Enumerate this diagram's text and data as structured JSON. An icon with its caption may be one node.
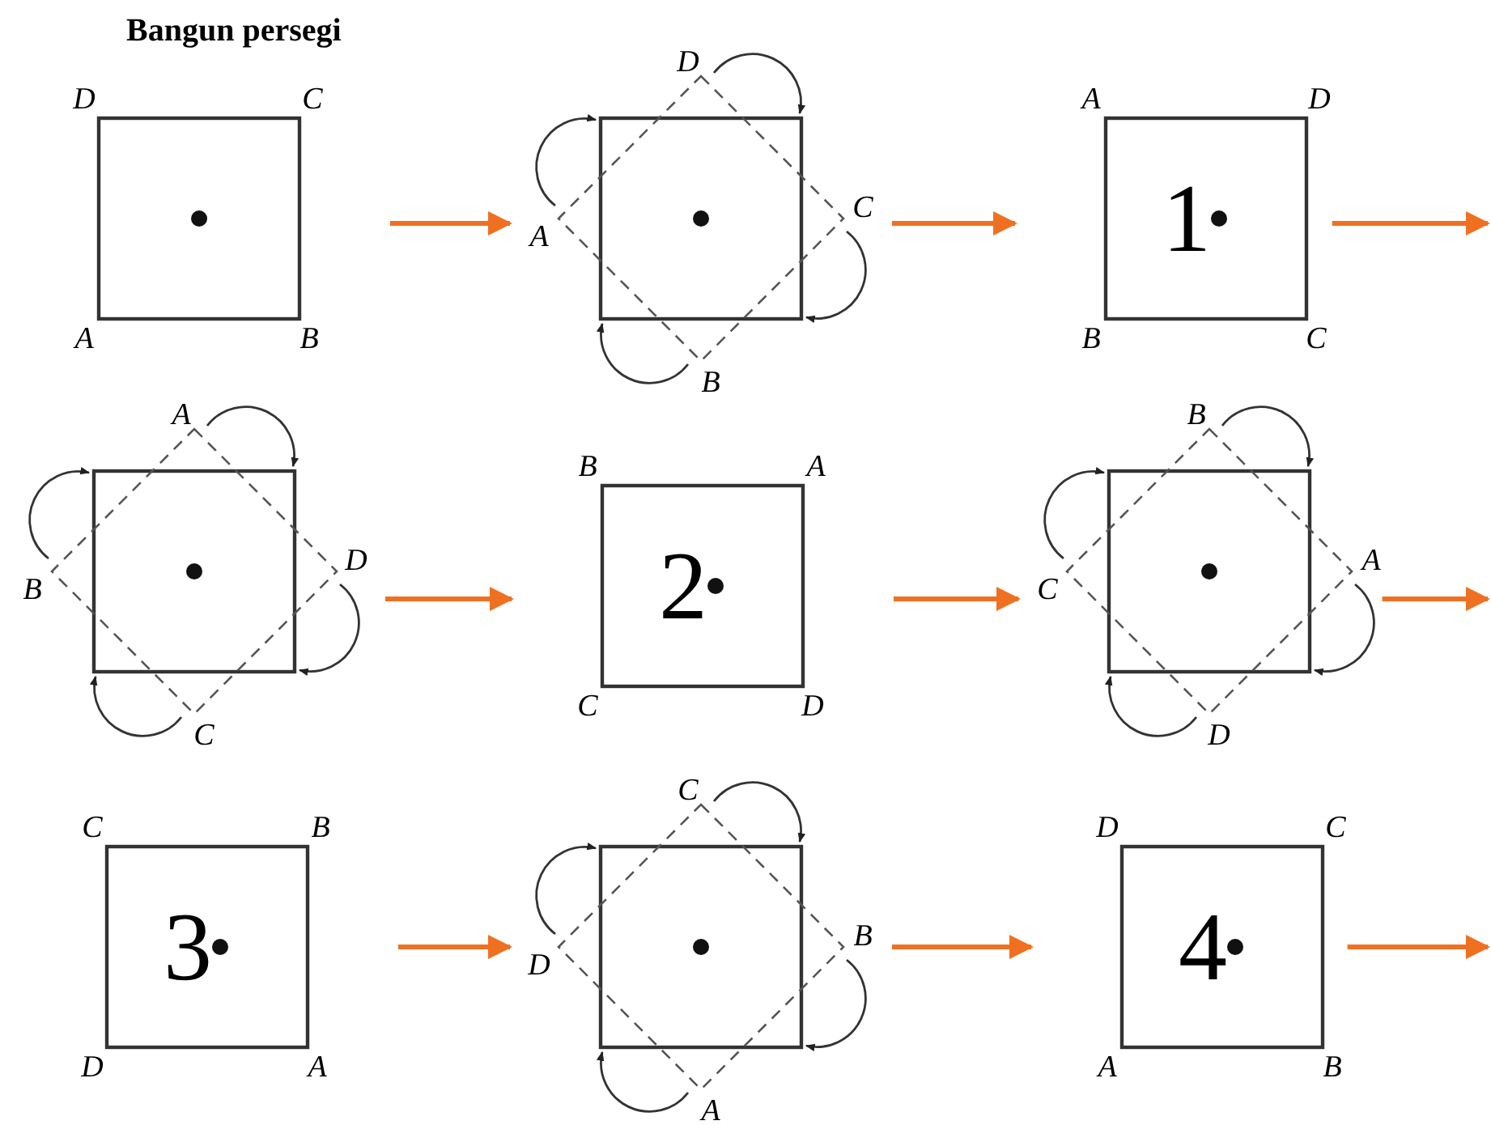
{
  "diagram": {
    "title": "Bangun persegi",
    "nodes": [
      {
        "text": [
          "D",
          "C",
          "A",
          "B"
        ]
      },
      {
        "text": [
          "D",
          "A",
          "C",
          "B"
        ]
      },
      {
        "text": [
          "A",
          "D",
          "1",
          "B",
          "C"
        ]
      },
      {
        "text": [
          "A",
          "B",
          "D",
          "C"
        ]
      },
      {
        "text": [
          "B",
          "A",
          "2",
          "C",
          "D"
        ]
      },
      {
        "text": [
          "B",
          "C",
          "A",
          "D"
        ]
      },
      {
        "text": [
          "C",
          "B",
          "3",
          "D",
          "A"
        ]
      },
      {
        "text": [
          "C",
          "D",
          "B",
          "A"
        ]
      },
      {
        "text": [
          "D",
          "C",
          "4",
          "A",
          "B"
        ]
      }
    ],
    "edges": [
      {
        "from": 0,
        "to": 1,
        "arrow": "to"
      },
      {
        "from": 1,
        "to": 2,
        "arrow": "to"
      },
      {
        "from": 2,
        "to": null,
        "arrow": "to"
      },
      {
        "from": 3,
        "to": 4,
        "arrow": "to"
      },
      {
        "from": 4,
        "to": 5,
        "arrow": "to"
      },
      {
        "from": 5,
        "to": null,
        "arrow": "to"
      },
      {
        "from": 6,
        "to": 7,
        "arrow": "to"
      },
      {
        "from": 7,
        "to": 8,
        "arrow": "to"
      },
      {
        "from": 8,
        "to": null,
        "arrow": "to"
      }
    ]
  }
}
